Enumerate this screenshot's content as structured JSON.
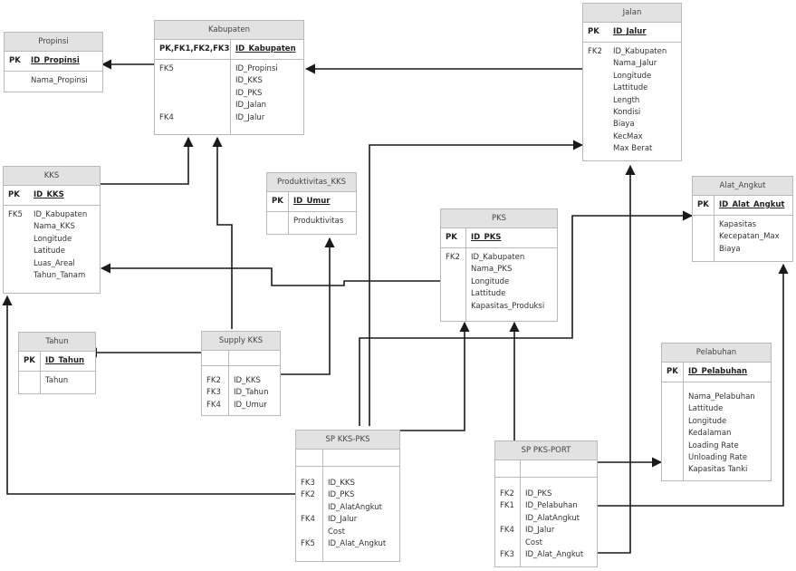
{
  "entities": {
    "propinsi": {
      "title": "Propinsi",
      "pk_key": "PK",
      "pk_field": "ID_Propinsi",
      "keys": "",
      "fields": "Nama_Propinsi"
    },
    "kabupaten": {
      "title": "Kabupaten",
      "pk_key": "PK,FK1,FK2,FK3",
      "pk_field": "ID_Kabupaten",
      "keys": "FK5\n\n\n\nFK4",
      "fields": "ID_Propinsi\nID_KKS\nID_PKS\nID_Jalan\nID_Jalur"
    },
    "jalan": {
      "title": "Jalan",
      "pk_key": "PK",
      "pk_field": "ID_Jalur",
      "keys": "FK2",
      "fields": "ID_Kabupaten\nNama_Jalur\nLongitude\nLattitude\nLength\nKondisi\nBiaya\nKecMax\nMax Berat"
    },
    "kks": {
      "title": "KKS",
      "pk_key": "PK",
      "pk_field": "ID_KKS",
      "keys": "FK5",
      "fields": "ID_Kabupaten\nNama_KKS\nLongitude\nLatitude\nLuas_Areal\nTahun_Tanam"
    },
    "produktivitas": {
      "title": "Produktivitas_KKS",
      "pk_key": "PK",
      "pk_field": "ID_Umur",
      "keys": "",
      "fields": "Produktivitas"
    },
    "alat": {
      "title": "Alat_Angkut",
      "pk_key": "PK",
      "pk_field": "ID_Alat_Angkut",
      "keys": "",
      "fields": "Kapasitas\nKecepatan_Max\nBiaya"
    },
    "pks": {
      "title": "PKS",
      "pk_key": "PK",
      "pk_field": "ID_PKS",
      "keys": "FK2",
      "fields": "ID_Kabupaten\nNama_PKS\nLongitude\nLattitude\nKapasitas_Produksi"
    },
    "tahun": {
      "title": "Tahun",
      "pk_key": "PK",
      "pk_field": "ID_Tahun",
      "keys": "",
      "fields": "Tahun"
    },
    "supply": {
      "title": "Supply KKS",
      "pk_key": "",
      "pk_field": "",
      "keys": "FK2\nFK3\nFK4",
      "fields": "ID_KKS\nID_Tahun\nID_Umur"
    },
    "pelabuhan": {
      "title": "Pelabuhan",
      "pk_key": "PK",
      "pk_field": "ID_Pelabuhan",
      "keys": "",
      "fields": "Nama_Pelabuhan\nLattitude\nLongitude\nKedalaman\nLoading Rate\nUnloading Rate\nKapasitas Tanki"
    },
    "spkks": {
      "title": "SP KKS-PKS",
      "pk_key": "",
      "pk_field": "",
      "keys": "FK3\nFK2\n\nFK4\n\nFK5",
      "fields": "ID_KKS\nID_PKS\nID_AlatAngkut\nID_Jalur\nCost\nID_Alat_Angkut"
    },
    "sppks": {
      "title": "SP PKS-PORT",
      "pk_key": "",
      "pk_field": "",
      "keys": "FK2\nFK1\n\nFK4\n\nFK3",
      "fields": "ID_PKS\nID_Pelabuhan\nID_AlatAngkut\nID_Jalur\nCost\nID_Alat_Angkut"
    }
  },
  "colors": {
    "header": "#e2e2e2",
    "border": "#b9b9b9",
    "line": "#1a1a1a"
  }
}
